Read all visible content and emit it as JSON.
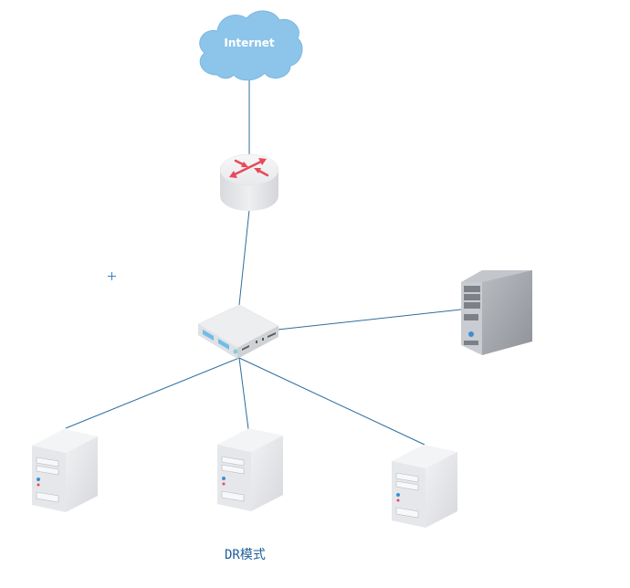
{
  "diagram": {
    "title": "DR模式",
    "nodes": [
      {
        "id": "internet",
        "type": "cloud",
        "label": "Internet"
      },
      {
        "id": "router",
        "type": "router",
        "label": ""
      },
      {
        "id": "switch",
        "type": "switch",
        "label": ""
      },
      {
        "id": "director",
        "type": "server-dark",
        "label": ""
      },
      {
        "id": "real-server-1",
        "type": "server",
        "label": ""
      },
      {
        "id": "real-server-2",
        "type": "server",
        "label": ""
      },
      {
        "id": "real-server-3",
        "type": "server",
        "label": ""
      }
    ],
    "edges": [
      {
        "from": "internet",
        "to": "router"
      },
      {
        "from": "router",
        "to": "switch"
      },
      {
        "from": "switch",
        "to": "director"
      },
      {
        "from": "switch",
        "to": "real-server-1"
      },
      {
        "from": "switch",
        "to": "real-server-2"
      },
      {
        "from": "switch",
        "to": "real-server-3"
      }
    ],
    "colors": {
      "link": "#2e6e9e",
      "cloud": "#8cc4ea",
      "router_arrow": "#e64a5a",
      "switch_port": "#6fbde8",
      "server_body": "#e6e7ea",
      "director_body": "#a9acb1",
      "crosshair": "#3a7fd0"
    }
  }
}
